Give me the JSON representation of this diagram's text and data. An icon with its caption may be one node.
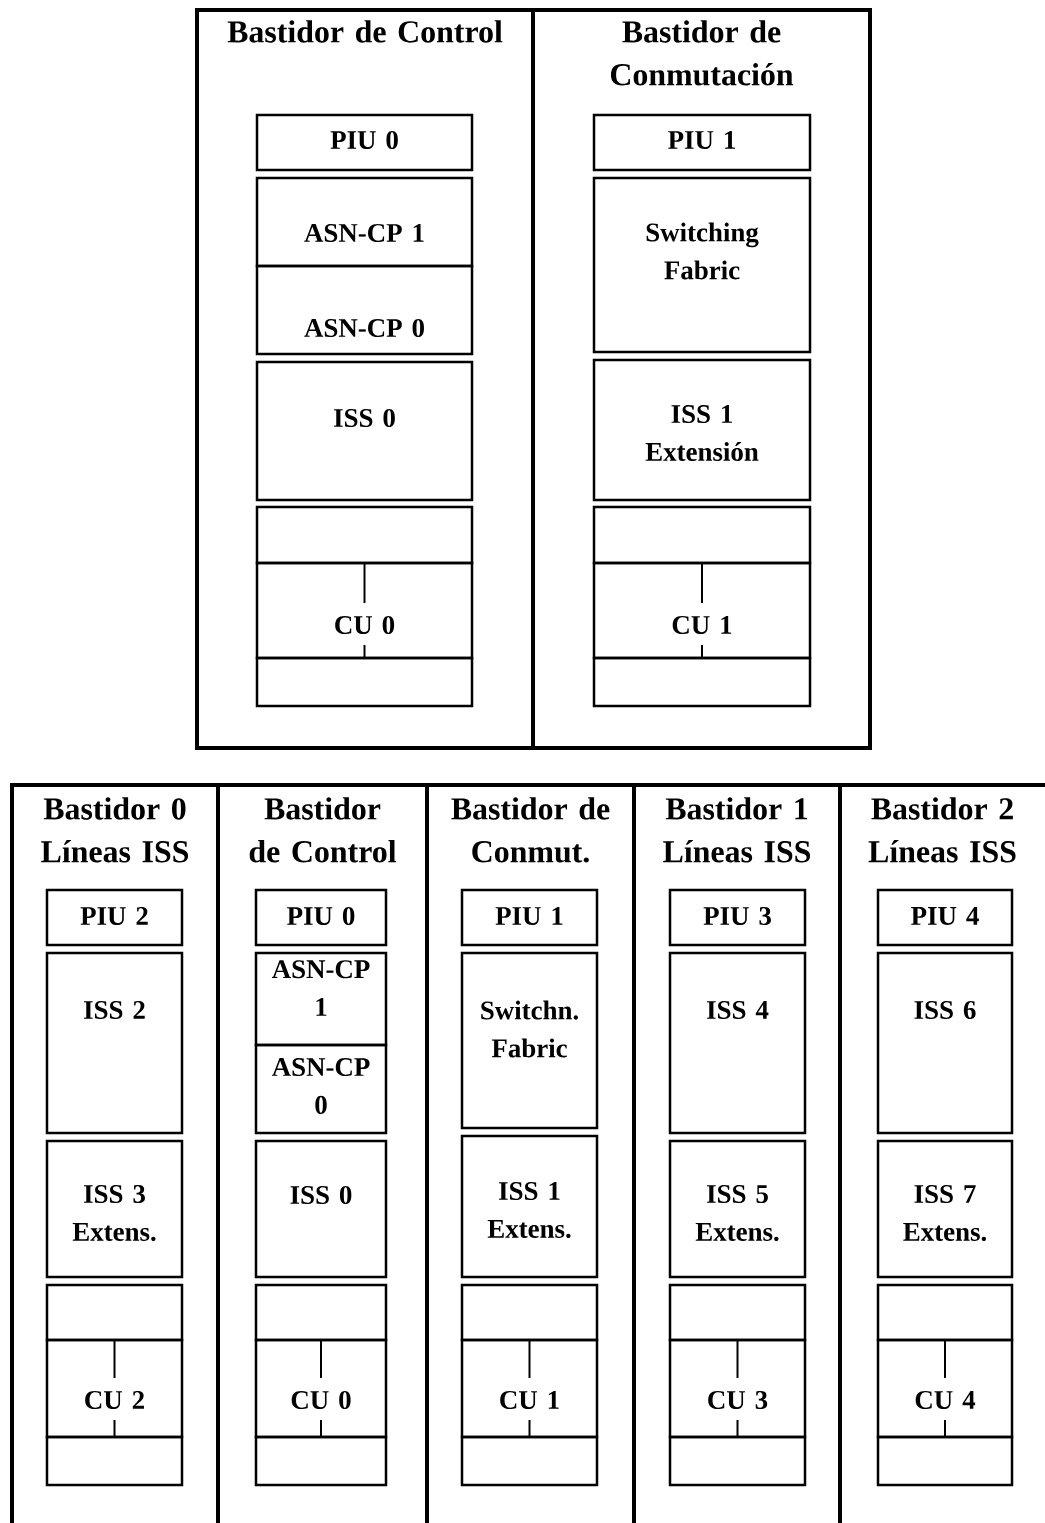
{
  "diagram": {
    "nodes": [
      {
        "text": [
          "Bastidor de Control"
        ]
      },
      {
        "text": [
          "PIU 0"
        ],
        "in": 0
      },
      {
        "text": [
          "ASN-CP 1"
        ],
        "in": 0
      },
      {
        "text": [
          "ASN-CP 0"
        ],
        "in": 0
      },
      {
        "text": [
          "ISS 0"
        ],
        "in": 0
      },
      {
        "text": [],
        "shape": "box",
        "in": 0
      },
      {
        "text": [
          "CU 0"
        ],
        "in": 0
      },
      {
        "text": [],
        "shape": "box",
        "in": 0
      },
      {
        "text": [
          "Bastidor de Conmutación"
        ]
      },
      {
        "text": [
          "PIU 1"
        ],
        "in": 8
      },
      {
        "text": [
          "Switching Fabric"
        ],
        "in": 8
      },
      {
        "text": [
          "ISS 1 Extensión"
        ],
        "in": 8
      },
      {
        "text": [],
        "shape": "box",
        "in": 8
      },
      {
        "text": [
          "CU 1"
        ],
        "in": 8
      },
      {
        "text": [],
        "shape": "box",
        "in": 8
      },
      {
        "text": [
          "Bastidor 0 Líneas ISS"
        ]
      },
      {
        "text": [
          "PIU 2"
        ],
        "in": 15
      },
      {
        "text": [
          "ISS 2"
        ],
        "in": 15
      },
      {
        "text": [
          "ISS 3 Extens."
        ],
        "in": 15
      },
      {
        "text": [],
        "shape": "box",
        "in": 15
      },
      {
        "text": [
          "CU 2"
        ],
        "in": 15
      },
      {
        "text": [],
        "shape": "box",
        "in": 15
      },
      {
        "text": [
          "Bastidor de Control"
        ]
      },
      {
        "text": [
          "PIU 0"
        ],
        "in": 22
      },
      {
        "text": [
          "ASN-CP 1"
        ],
        "in": 22
      },
      {
        "text": [
          "ASN-CP 0"
        ],
        "in": 22
      },
      {
        "text": [
          "ISS 0"
        ],
        "in": 22
      },
      {
        "text": [],
        "shape": "box",
        "in": 22
      },
      {
        "text": [
          "CU 0"
        ],
        "in": 22
      },
      {
        "text": [],
        "shape": "box",
        "in": 22
      },
      {
        "text": [
          "Bastidor de Conmut."
        ]
      },
      {
        "text": [
          "PIU 1"
        ],
        "in": 30
      },
      {
        "text": [
          "Switchn. Fabric"
        ],
        "in": 30
      },
      {
        "text": [
          "ISS 1 Extens."
        ],
        "in": 30
      },
      {
        "text": [],
        "shape": "box",
        "in": 30
      },
      {
        "text": [
          "CU 1"
        ],
        "in": 30
      },
      {
        "text": [],
        "shape": "box",
        "in": 30
      },
      {
        "text": [
          "Bastidor 1 Líneas ISS"
        ]
      },
      {
        "text": [
          "PIU 3"
        ],
        "in": 37
      },
      {
        "text": [
          "ISS 4"
        ],
        "in": 37
      },
      {
        "text": [
          "ISS 5 Extens."
        ],
        "in": 37
      },
      {
        "text": [],
        "shape": "box",
        "in": 37
      },
      {
        "text": [
          "CU 3"
        ],
        "in": 37
      },
      {
        "text": [],
        "shape": "box",
        "in": 37
      },
      {
        "text": [
          "Bastidor 2 Líneas ISS"
        ]
      },
      {
        "text": [
          "PIU 4"
        ],
        "in": 44
      },
      {
        "text": [
          "ISS 6"
        ],
        "in": 44
      },
      {
        "text": [
          "ISS 7 Extens."
        ],
        "in": 44
      },
      {
        "text": [],
        "shape": "box",
        "in": 44
      },
      {
        "text": [
          "CU 4"
        ],
        "in": 44
      },
      {
        "text": [],
        "shape": "box",
        "in": 44
      }
    ]
  }
}
